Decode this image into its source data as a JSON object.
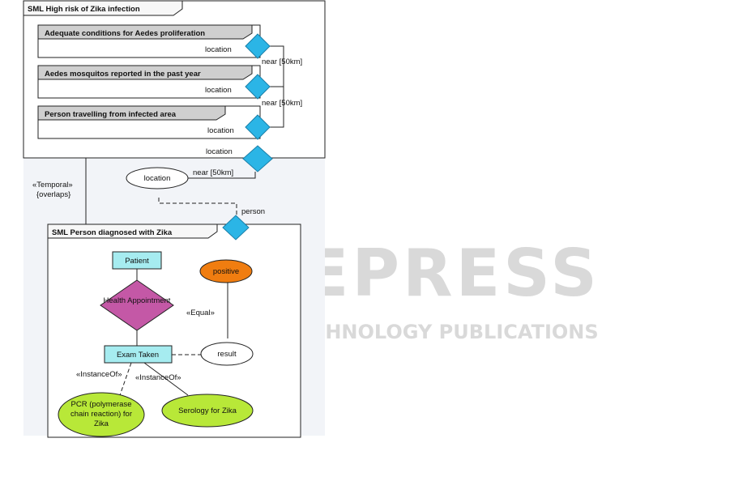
{
  "watermark": {
    "title": "SCITEPRESS",
    "subtitle": "SCIENCE AND TECHNOLOGY PUBLICATIONS"
  },
  "frame_top": {
    "title": "SML High risk of Zika infection",
    "conditions": [
      {
        "title": "Adequate conditions for Aedes proliferation",
        "port_label": "location"
      },
      {
        "title": "Aedes mosquitos reported in the past year",
        "port_label": "location"
      },
      {
        "title": "Person travelling from infected area",
        "port_label": "location"
      }
    ],
    "near_labels": [
      "near [50km]",
      "near [50km]"
    ],
    "outer_port_label": "location"
  },
  "connectors": {
    "temporal_stereotype": "«Temporal»",
    "temporal_constraint": "{overlaps}",
    "location_node": "location",
    "near_label": "near [50km]",
    "person_label": "person"
  },
  "frame_bottom": {
    "title": "SML Person diagnosed with Zika",
    "patient": "Patient",
    "health_appointment": "Health Appointment",
    "positive": "positive",
    "equal": "«Equal»",
    "exam_taken": "Exam Taken",
    "result": "result",
    "instance_of_left": "«InstanceOf»",
    "instance_of_right": "«InstanceOf»",
    "pcr": [
      "PCR (polymerase",
      "chain reaction) for",
      "Zika"
    ],
    "serology": "Serology for Zika"
  },
  "colors": {
    "condition_header": "#cfcfcf",
    "diamond": "#2bb5e6",
    "patient_box": "#a6ecf0",
    "health_diamond": "#c458a6",
    "positive": "#f07d10",
    "exam_box": "#a6ecf0",
    "green_node": "#b8e838"
  }
}
